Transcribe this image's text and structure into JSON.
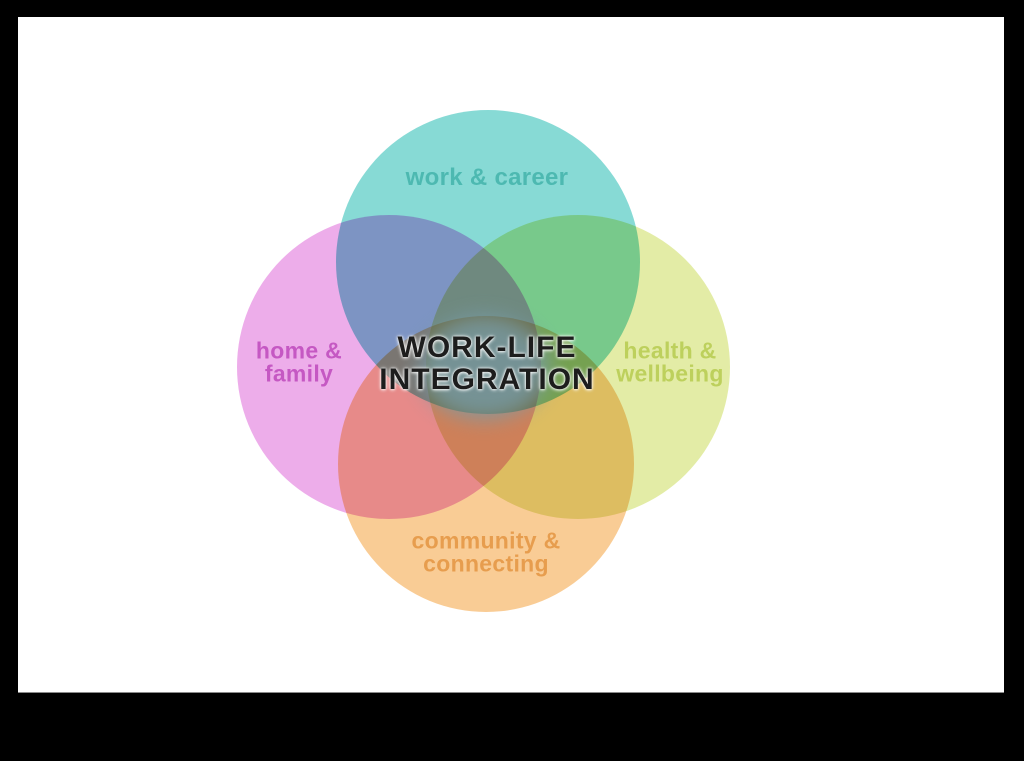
{
  "frame": {
    "background_color": "#000000",
    "canvas_color": "#ffffff"
  },
  "venn": {
    "center_title": {
      "line1": "WORK-LIFE",
      "line2": "INTEGRATION",
      "color": "#1d1d1d"
    },
    "center_overlap_color": "#789ca8",
    "circles": [
      {
        "id": "work-career",
        "position": "top",
        "label": "work & career",
        "lines": [
          "work & career"
        ],
        "fill": "rgba(62,195,188,0.62)",
        "fill_hex": "#9edcd6",
        "label_color": "#4db9b1"
      },
      {
        "id": "home-family",
        "position": "left",
        "label": "home & family",
        "lines": [
          "home &",
          "family"
        ],
        "fill": "rgba(226,122,221,0.62)",
        "fill_hex": "#e9a6e3",
        "label_color": "#c558c3"
      },
      {
        "id": "health-wellbeing",
        "position": "right",
        "label": "health & wellbeing",
        "lines": [
          "health &",
          "wellbeing"
        ],
        "fill": "rgba(210,224,112,0.62)",
        "fill_hex": "#e3eaa6",
        "label_color": "#bdd05c"
      },
      {
        "id": "community-connecting",
        "position": "bottom",
        "label": "community & connecting",
        "lines": [
          "community &",
          "connecting"
        ],
        "fill": "rgba(245,173,84,0.62)",
        "fill_hex": "#f7ca8e",
        "label_color": "#e79d4e"
      }
    ]
  }
}
